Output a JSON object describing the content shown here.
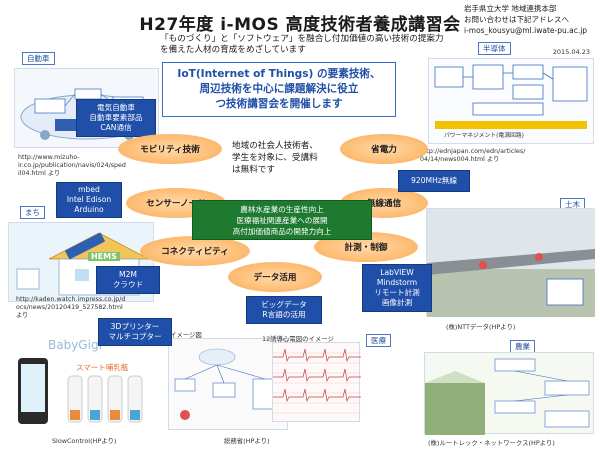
{
  "title": "H27年度 i-MOS 高度技術者養成講習会",
  "subtitle": [
    "「ものづくり」と「ソフトウェア」を融合し付加価値の高い技術の提案力",
    "を備えた人材の育成をめざしています"
  ],
  "org": {
    "line1": "岩手県立大学 地域連携本部",
    "line2": "お問い合わせは下記アドレスへ",
    "line3": "i-mos_kousyu@ml.iwate-pu.ac.jp"
  },
  "date": "2015.04.23",
  "headline": [
    "IoT(Internet of Things) の要素技術、",
    "周辺技術を中心に課題解決に役立",
    "つ技術講習会を開催します"
  ],
  "tags": {
    "car": "自動車",
    "semi": "半導体",
    "town": "まち",
    "civil": "土木",
    "med": "医療",
    "agri": "農業"
  },
  "ellipses": {
    "mobility": "モビリティ技術",
    "power": "省電力",
    "sensor": "センサーノード",
    "wireless": "無線通信",
    "connectivity": "コネクティビティ",
    "measure": "計測・制御",
    "data": "データ活用"
  },
  "info": {
    "ev": [
      "電気自動車",
      "自動車要素部品",
      "CAN通信"
    ],
    "mbed": [
      "mbed",
      "Intel Edison",
      "Arduino"
    ],
    "m2m": [
      "M2M",
      "クラウド"
    ],
    "bigdata": [
      "ビッグデータ",
      "R言語の活用"
    ],
    "printer": [
      "3Dプリンター",
      "マルチコプター"
    ],
    "mhz": [
      "920MHz無線"
    ],
    "labview": [
      "LabVIEW",
      "Mindstorm",
      "リモート計測",
      "画像計測"
    ]
  },
  "center_note": [
    "地域の社会人技術者、",
    "学生を対象に、受講料",
    "は無料です"
  ],
  "green_box": [
    "農林水産業の生産性向上",
    "医療福祉関連産業への展開",
    "高付加価値商品の開発力向上"
  ],
  "urls": {
    "car": [
      "http://www.mizuho-",
      "ir.co.jp/publication/navis/024/sped",
      "il04.html より"
    ],
    "semi": [
      "http://ednjapan.com/edn/articles/",
      "04/14/news004.html より"
    ],
    "town": [
      "http://kaden.watch.impress.co.jp/d",
      "ocs/news/20120419_527582.html",
      "より"
    ]
  },
  "captions": {
    "ntt": "(株)NTTデータ(HPより)",
    "slow": "SlowControl(HPより)",
    "soumu": "総務省(HPより)",
    "routrek": "(株)ルートレック・ネットワークス(HPより)",
    "hems": "HEMS",
    "babygigl": "BabyGigl",
    "smart": "スマート哺乳瓶",
    "image": "イメージ図",
    "ecg": "12誘導心電図のイメージ",
    "power_mgmt": "パワーマネジメント(電源回路)"
  }
}
